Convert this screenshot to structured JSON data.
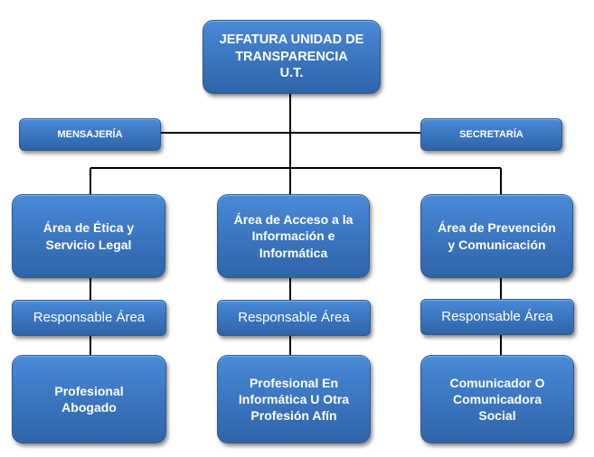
{
  "head": {
    "label": "JEFATURA UNIDAD DE\nTRANSPARENCIA\nU.T."
  },
  "staff": [
    {
      "label": "MENSAJERÍA"
    },
    {
      "label": "SECRETARÍA"
    }
  ],
  "areas": [
    {
      "label": "Área de Ética y\nServicio Legal",
      "responsible": "Responsable Área",
      "role": "Profesional\nAbogado"
    },
    {
      "label": "Área de Acceso a la\nInformación e\nInformática",
      "responsible": "Responsable Área",
      "role": "Profesional En\nInformática U Otra\nProfesión Afín"
    },
    {
      "label": "Área de Prevención\ny Comunicación",
      "responsible": "Responsable Área",
      "role": "Comunicador O\nComunicadora\nSocial"
    }
  ],
  "colors": {
    "box": "#3b76c0",
    "line": "#000000",
    "text": "#ffffff"
  }
}
